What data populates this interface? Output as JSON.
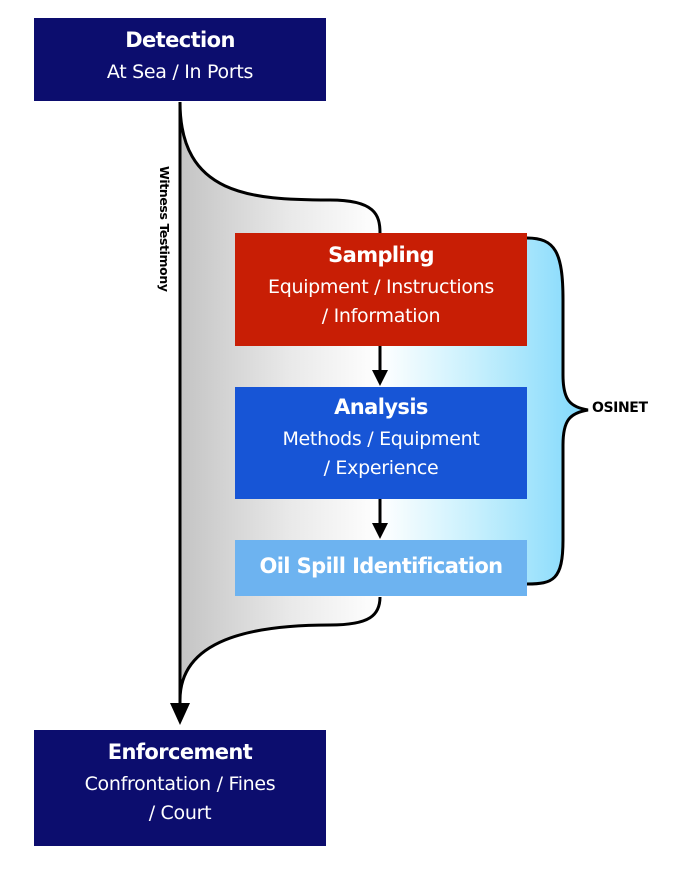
{
  "detection": {
    "title": "Detection",
    "subtitle": "At Sea / In Ports"
  },
  "sampling": {
    "title": "Sampling",
    "subtitle_line1": "Equipment / Instructions",
    "subtitle_line2": "/ Information"
  },
  "analysis": {
    "title": "Analysis",
    "subtitle_line1": "Methods / Equipment",
    "subtitle_line2": "/ Experience"
  },
  "identification": {
    "title": "Oil Spill Identification"
  },
  "enforcement": {
    "title": "Enforcement",
    "subtitle_line1": "Confrontation / Fines",
    "subtitle_line2": "/ Court"
  },
  "side_labels": {
    "witness": "Witness Testimony",
    "osinet": "OSINET"
  },
  "colors": {
    "dark_navy": "#0c0d6e",
    "sampling_red": "#c81e05",
    "analysis_blue": "#1755d6",
    "identification_light_blue": "#6db3f0",
    "funnel_gray": "#c8c8c8",
    "bracket_cyan": "#7fd8fb"
  }
}
